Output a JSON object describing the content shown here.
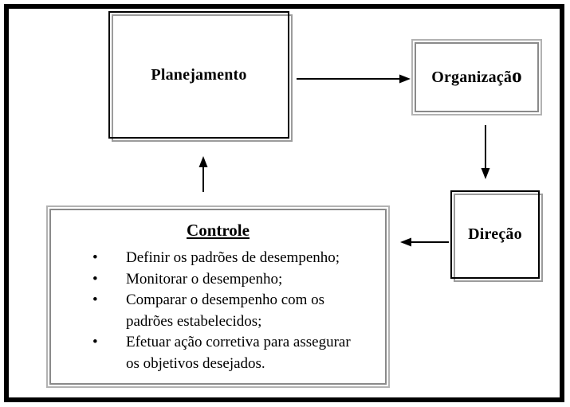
{
  "boxes": {
    "planejamento": {
      "label": "Planejamento"
    },
    "organizacao": {
      "label_main": "Organizaçã",
      "label_suffix": "o"
    },
    "direcao": {
      "label": "Direção"
    },
    "controle": {
      "title": "Controle",
      "bullets": [
        "Definir os padrões de desempenho;",
        "Monitorar o desempenho;",
        "Comparar o desempenho com os padrões estabelecidos;",
        "Efetuar ação corretiva para assegurar os objetivos desejados."
      ]
    }
  },
  "arrows": [
    {
      "name": "planejamento-to-organizacao",
      "direction": "right"
    },
    {
      "name": "organizacao-to-direcao",
      "direction": "down"
    },
    {
      "name": "direcao-to-controle",
      "direction": "left"
    },
    {
      "name": "controle-to-planejamento",
      "direction": "up"
    }
  ],
  "colors": {
    "frame": "#000000",
    "box_border_black": "#000000",
    "box_shadow_gray": "#9c9c9c",
    "double_border_outer": "#b2b2b2",
    "double_border_inner": "#8a8a8a",
    "background": "#ffffff",
    "text": "#000000"
  }
}
